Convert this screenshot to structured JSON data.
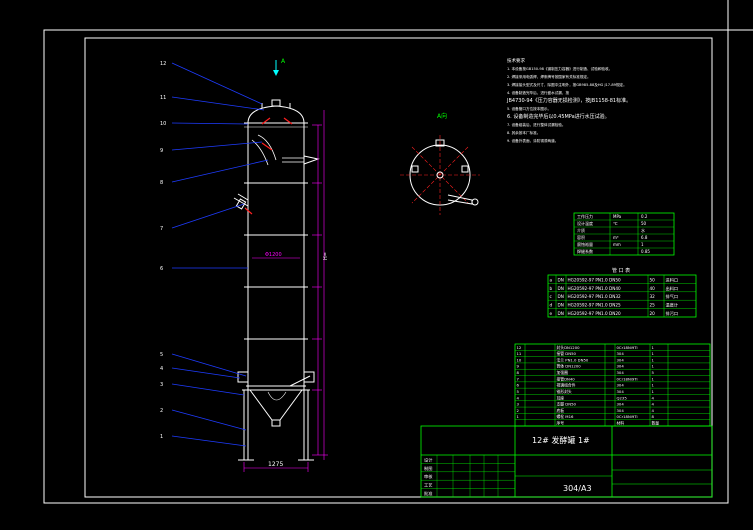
{
  "drawing": {
    "section_marker": "A",
    "view_label": "A向",
    "height_dim": "H=",
    "base_width_dim": "1275",
    "diameter_dim": "Φ1200",
    "balloons": [
      "12",
      "11",
      "10",
      "9",
      "8",
      "7",
      "6",
      "5",
      "4",
      "3",
      "2",
      "1"
    ]
  },
  "notes": {
    "heading": "技术要求",
    "lines": [
      "1. 本设备按GB150-98《钢制压力容器》进行制造、试验和验收。",
      "2. 焊接采用电弧焊，焊条牌号按国家有关标准规定。",
      "3. 焊接接头型式及尺寸，除图中注明外，按GB985-88及HG J17-89规定。",
      "4. 设备制造完毕后，进行盛水试漏，按",
      "JB4730-94《压力容器无损检测》，按JB1158-81标准。",
      "5. 设备管口方位按本图示。",
      "6. 设备制造完毕后以0.45MPa进行水压试验。",
      "7. 设备组装后，进行整体试漏检验。",
      "8. 其余按本厂标准。",
      "9. 设备外表面，涂防锈漆两道。"
    ]
  },
  "design_table": {
    "rows": [
      [
        "工作压力",
        "MPa",
        "0.2"
      ],
      [
        "设计温度",
        "℃",
        "50"
      ],
      [
        "介质",
        "",
        "水"
      ],
      [
        "容积",
        "m³",
        "6.8"
      ],
      [
        "腐蚀裕量",
        "mm",
        "1"
      ],
      [
        "焊缝系数",
        "",
        "0.85"
      ]
    ]
  },
  "nozzle_table": {
    "title": "管 口 表",
    "rows": [
      [
        "a",
        "DN",
        "HG20592-97 PN1.0 DN50",
        "50",
        "进料口"
      ],
      [
        "b",
        "DN",
        "HG20592-97 PN1.0 DN40",
        "40",
        "出料口"
      ],
      [
        "c",
        "DN",
        "HG20592-97 PN1.0 DN32",
        "32",
        "排气口"
      ],
      [
        "d",
        "DN",
        "HG20592-97 PN1.0 DN25",
        "25",
        "温度计"
      ],
      [
        "e",
        "DN",
        "HG20592-97 PN1.0 DN20",
        "20",
        "排污口"
      ]
    ]
  },
  "parts_list": {
    "rows": [
      [
        "12",
        "",
        "封头DN1200",
        "",
        "0Cr18Ni9Ti",
        "1"
      ],
      [
        "11",
        "",
        "接管 DN50",
        "",
        "304",
        "1"
      ],
      [
        "10",
        "",
        "法兰 PN1.0 DN50",
        "",
        "304",
        "1"
      ],
      [
        "9",
        "",
        "筒体 DN1200",
        "",
        "304",
        "1"
      ],
      [
        "8",
        "",
        "加强圈",
        "",
        "304",
        "5"
      ],
      [
        "7",
        "",
        "接管DN40",
        "",
        "0Cr18Ni9Ti",
        "1"
      ],
      [
        "6",
        "",
        "视镜组合件",
        "",
        "304",
        "1"
      ],
      [
        "5",
        "",
        "锥形封头",
        "",
        "304",
        "1"
      ],
      [
        "4",
        "",
        "耳座",
        "",
        "Q235",
        "4"
      ],
      [
        "3",
        "",
        "支腿 DN50",
        "",
        "304",
        "4"
      ],
      [
        "2",
        "",
        "底板",
        "",
        "304",
        "4"
      ],
      [
        "1",
        "",
        "螺栓 M16",
        "",
        "0Cr18Ni9Ti",
        "8"
      ],
      [
        "",
        "",
        "序号",
        "",
        "材料",
        "数量"
      ]
    ]
  },
  "title_block": {
    "drawing_name": "12# 发酵罐 1#",
    "material_size": "304/A3",
    "left_labels": [
      "设计",
      "制图",
      "审核",
      "工艺",
      "批准"
    ]
  },
  "colors": {
    "frame": "#ffffff",
    "outline": "#ffffff",
    "table_grid": "#00ff00",
    "dimension": "#ff00ff",
    "leader": "#1e3cff",
    "highlight": "#ff2020",
    "accent": "#00ffff",
    "text_yellow": "#ffff00"
  }
}
